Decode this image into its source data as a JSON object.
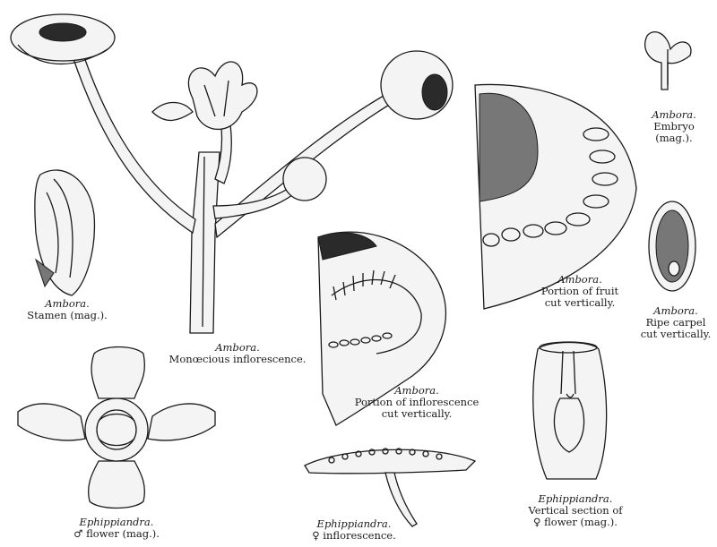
{
  "captions": {
    "stamen": {
      "genus": "Ambora.",
      "lines": [
        "Stamen (mag.)."
      ]
    },
    "inflorescence": {
      "genus": "Ambora.",
      "lines": [
        "Monœcious inflorescence."
      ]
    },
    "embryo": {
      "genus": "Ambora.",
      "lines": [
        "Embryo",
        "(mag.)."
      ]
    },
    "fruit": {
      "genus": "Ambora.",
      "lines": [
        "Portion of fruit",
        "cut vertically."
      ]
    },
    "carpel": {
      "genus": "Ambora.",
      "lines": [
        "Ripe carpel",
        "cut vertically."
      ]
    },
    "infl_section": {
      "genus": "Ambora.",
      "lines": [
        "Portion of inflorescence",
        "cut vertically."
      ]
    },
    "male_flower": {
      "genus": "Ephippiandra.",
      "lines": [
        "♂ flower (mag.)."
      ]
    },
    "female_infl": {
      "genus": "Ephippiandra.",
      "lines": [
        "♀ inflorescence."
      ]
    },
    "vertical_section": {
      "genus": "Ephippiandra.",
      "lines": [
        "Vertical section of",
        "♀ flower (mag.)."
      ]
    }
  }
}
